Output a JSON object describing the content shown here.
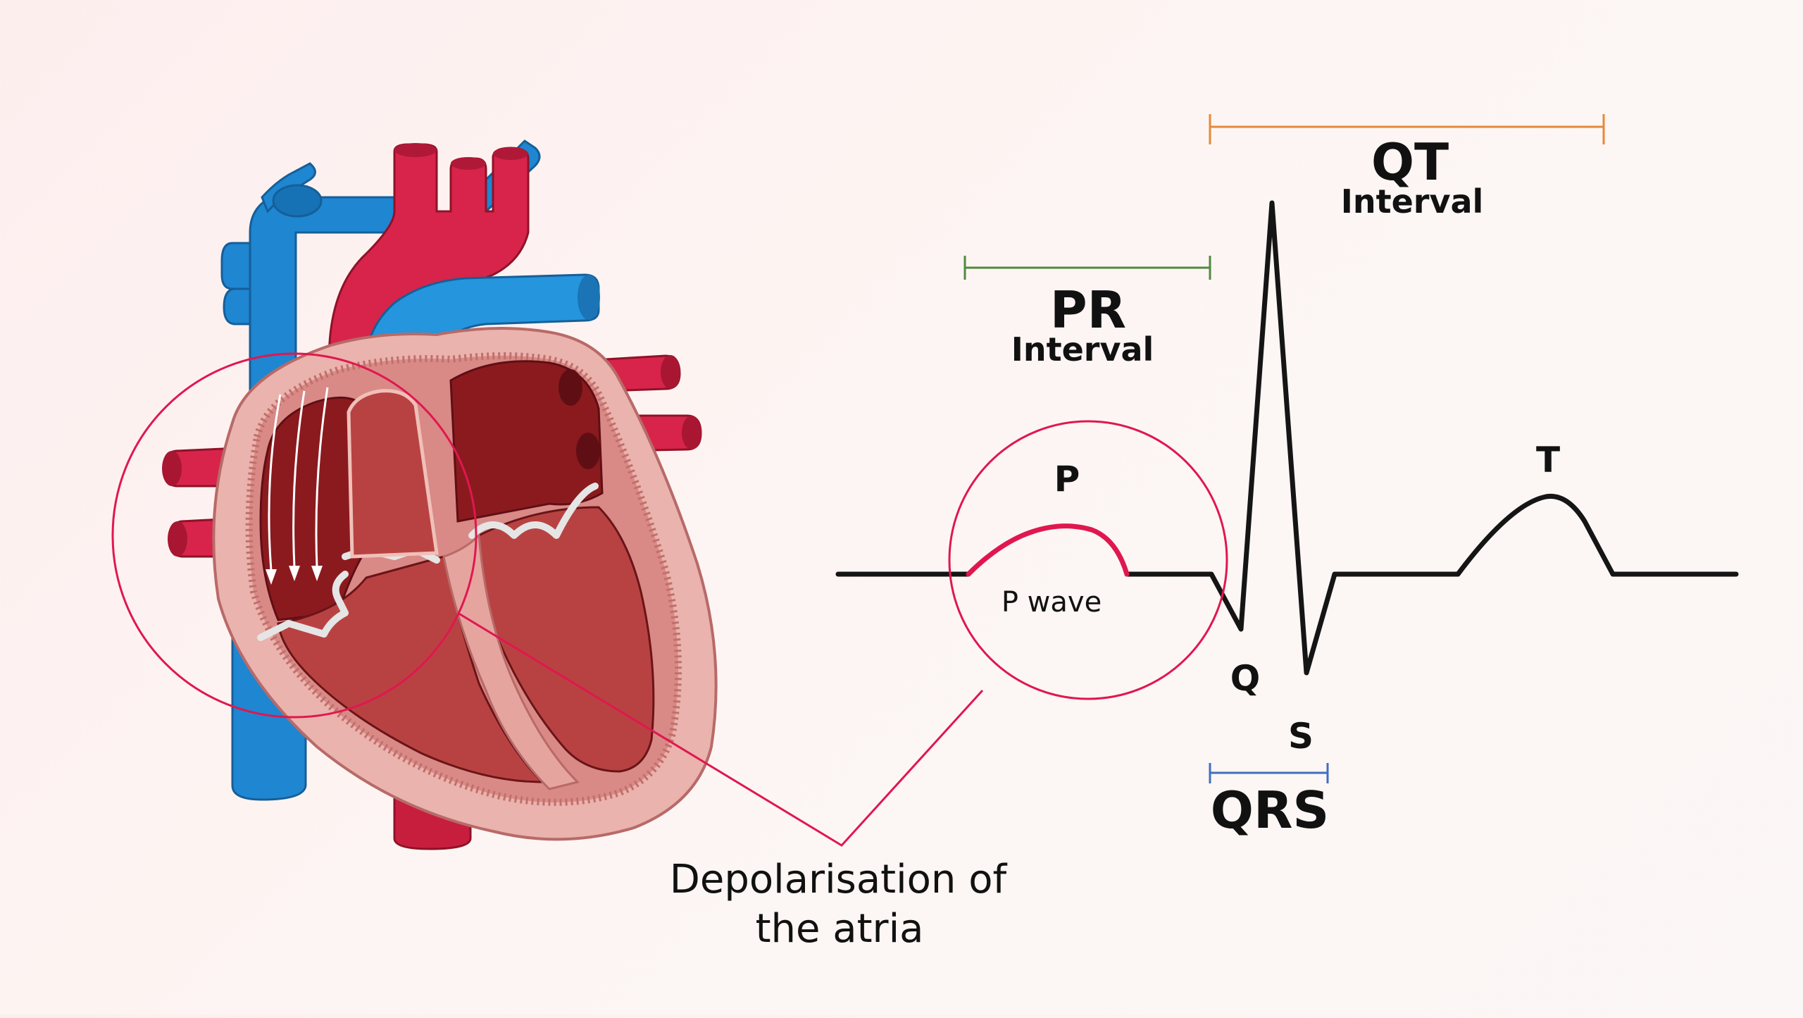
{
  "labels": {
    "pr_title": "PR",
    "pr_sub": "Interval",
    "qt_title": "QT",
    "qt_sub": "Interval",
    "p_label": "P",
    "p_wave": "P wave",
    "q_label": "Q",
    "s_label": "S",
    "t_label": "T",
    "qrs_label": "QRS",
    "caption_line1": "Depolarisation of",
    "caption_line2": "the atria"
  },
  "colors": {
    "accent": "#e0174f",
    "ecg_line": "#151515",
    "pr_bracket": "#4f8a3c",
    "qt_bracket": "#e5893a",
    "qrs_bracket": "#3f6fbf",
    "vein_blue": "#1f86d1",
    "artery_red": "#c81e3e",
    "muscle_dark": "#8b1a1f",
    "muscle_mid": "#b23a3a",
    "wall_pink": "#e7a9a4"
  }
}
